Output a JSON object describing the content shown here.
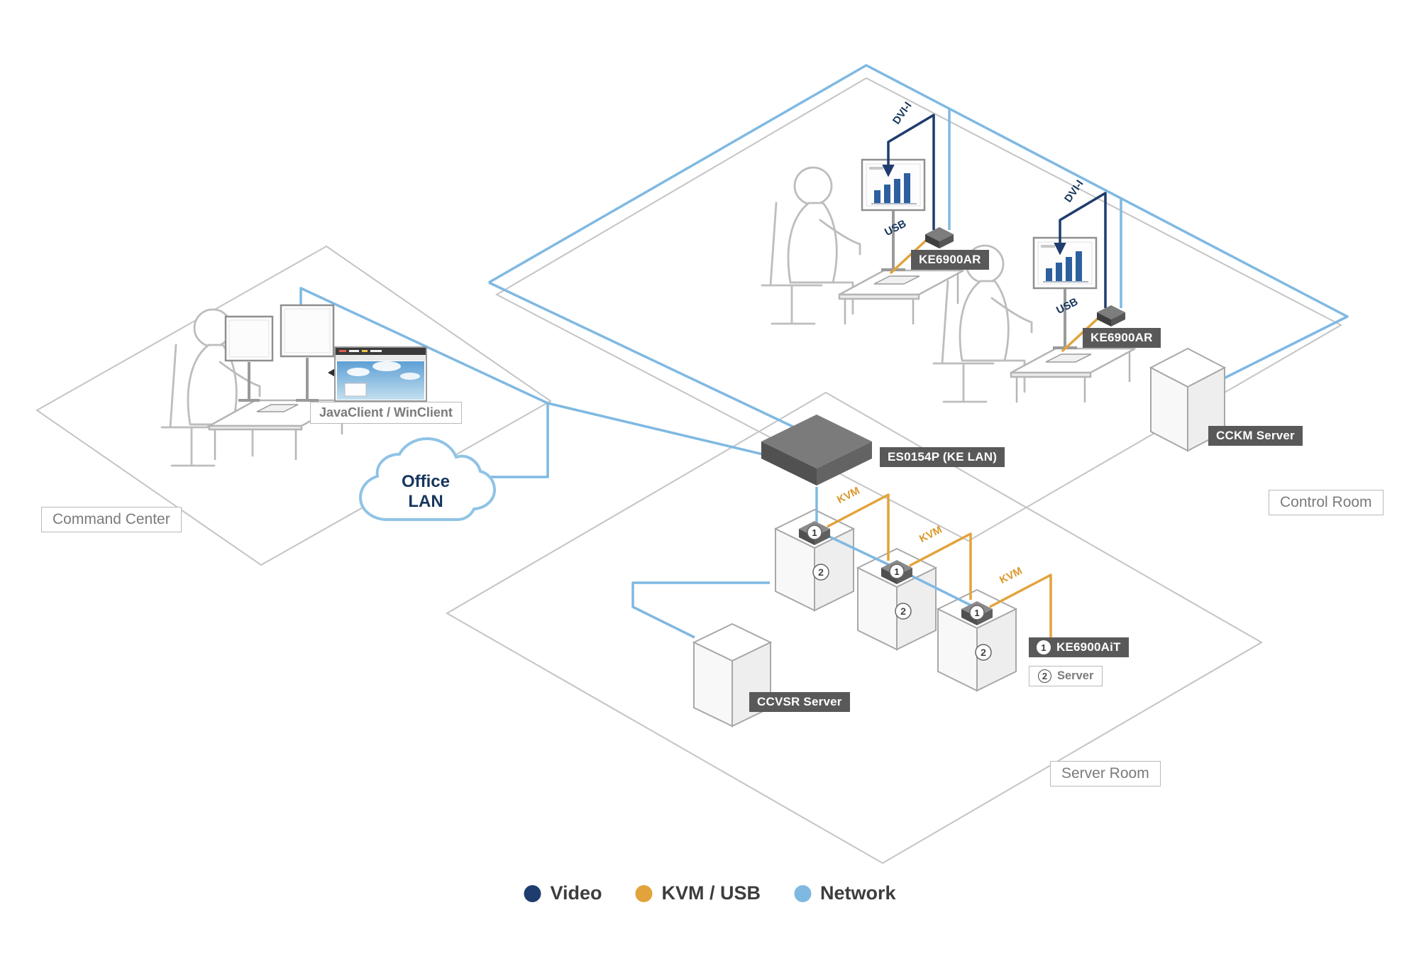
{
  "diagram": {
    "rooms": {
      "command_center": "Command Center",
      "control_room": "Control Room",
      "server_room": "Server Room"
    },
    "cloud": {
      "line1": "Office",
      "line2": "LAN"
    },
    "devices": {
      "receiver": "KE6900AR",
      "transmitter": "KE6900AiT",
      "lan_switch": "ES0154P (KE LAN)",
      "cckm": "CCKM Server",
      "ccvsr": "CCVSR Server",
      "client": "JavaClient / WinClient",
      "server": "Server"
    },
    "markers": {
      "transmitter": "1",
      "server": "2"
    },
    "cables": {
      "video": "DVI-I",
      "usb": "USB",
      "kvm": "KVM"
    },
    "legend": {
      "items": [
        {
          "label": "Video",
          "color": "#1e3c6e"
        },
        {
          "label": "KVM / USB",
          "color": "#e2a33c"
        },
        {
          "label": "Network",
          "color": "#7fb9e2"
        }
      ]
    }
  }
}
